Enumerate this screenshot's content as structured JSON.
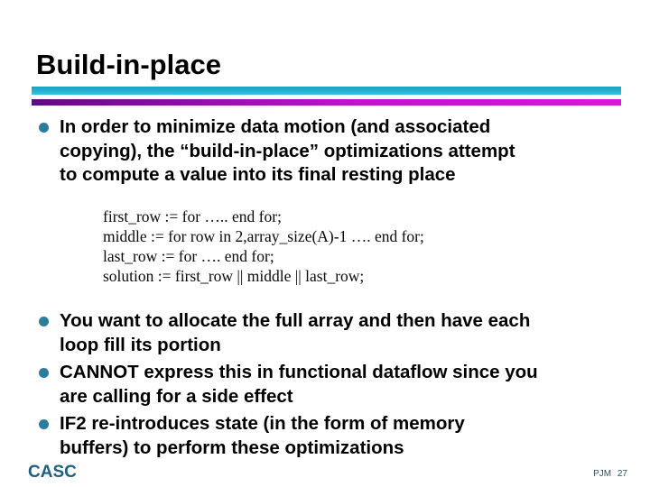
{
  "slide": {
    "title": "Build-in-place",
    "intro_bullet": {
      "text": "In order to minimize data motion (and associated\ncopying), the “build-in-place” optimizations attempt\nto compute a value into its final resting place"
    },
    "code": {
      "lines": [
        "first_row := for ….. end for;",
        "middle := for row in 2,array_size(A)-1 …. end for;",
        "last_row := for …. end for;",
        "solution := first_row || middle || last_row;"
      ]
    },
    "bullets": [
      {
        "text": "You want to allocate the full array and then have each\nloop fill its portion"
      },
      {
        "text": "CANNOT express this in functional dataflow since you\nare calling for a side effect"
      },
      {
        "text": "IF2 re-introduces state (in the form of memory\nbuffers) to perform these optimizations"
      }
    ],
    "footer": {
      "left": "CASC",
      "right": "PJM 27"
    },
    "colors": {
      "bar_cyan_top": "#17a0c2",
      "bar_cyan_bottom": "#35c1df",
      "bar_magenta_left": "#5e0b83",
      "bar_magenta_right": "#d916d9",
      "bullet_dot": "#2b7d9e",
      "footer_left_text": "#1e607f",
      "footer_right_text": "#2b4f63"
    }
  }
}
